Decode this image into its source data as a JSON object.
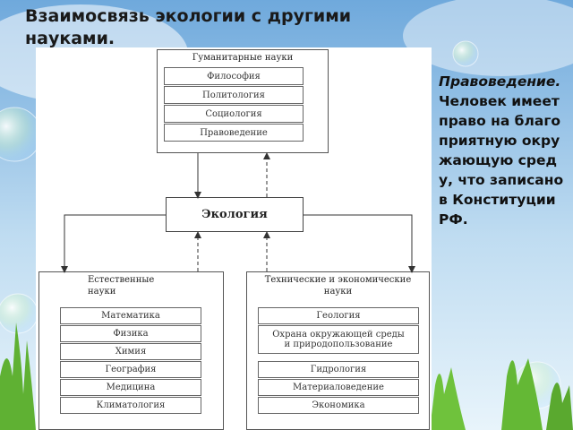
{
  "slide": {
    "title": "Взаимосвязь экологии с другими науками.",
    "side_heading": "Правоведение.",
    "side_text": "Человек имеет право на благоприятную окружающую среду, что записано в Конституции РФ."
  },
  "diagram": {
    "center": "Экология",
    "humanities": {
      "header": "Гуманитарные науки",
      "items": [
        "Философия",
        "Политология",
        "Социология",
        "Правоведение"
      ]
    },
    "natural": {
      "header_line1": "Естественные",
      "header_line2": "науки",
      "items": [
        "Математика",
        "Физика",
        "Химия",
        "География",
        "Медицина",
        "Климатология"
      ]
    },
    "technical": {
      "header_line1": "Технические и экономические",
      "header_line2": "науки",
      "items": [
        "Геология",
        "Охрана окружающей среды",
        "и природопользование",
        "Гидрология",
        "Материаловедение",
        "Экономика"
      ]
    }
  },
  "colors": {
    "sky_top": "#7fb6e3",
    "sky_bottom": "#cfe6f4",
    "grass": "#6fbf3a",
    "text": "#1a1a1a"
  }
}
